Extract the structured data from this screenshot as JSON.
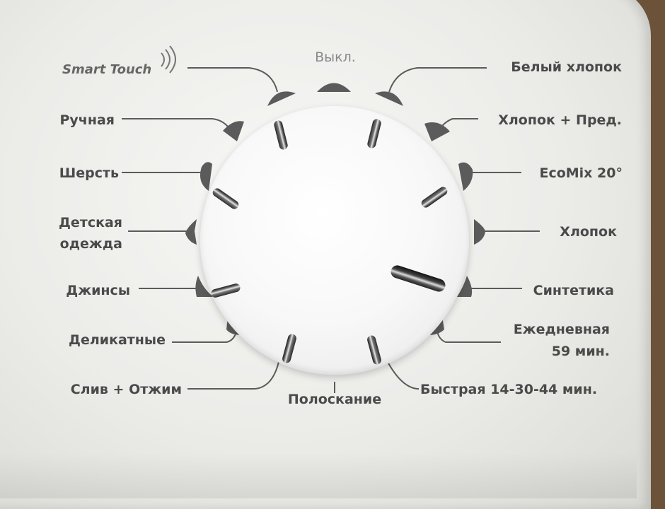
{
  "control_panel": {
    "brand": "Smart Touch",
    "off_label": "Выкл.",
    "programs": {
      "white_cotton": "Белый хлопок",
      "cotton_prewash": "Хлопок + Пред.",
      "ecomix": "EcoMix 20°",
      "cotton": "Хлопок",
      "synthetics": "Синтетика",
      "daily_line1": "Ежедневная",
      "daily_line2": "59 мин.",
      "quick": "Быстрая 14-30-44 мин.",
      "rinse": "Полоскание",
      "drain_spin": "Слив + Отжим",
      "delicate": "Деликатные",
      "jeans": "Джинсы",
      "kids_line1": "Детская",
      "kids_line2": "одежда",
      "wool": "Шерсть",
      "hand_wash": "Ручная"
    },
    "selected_program": "Синтетика",
    "colors": {
      "panel": "#ebebe8",
      "text": "#4a4a4a",
      "marker": "#5b5b5b"
    }
  }
}
